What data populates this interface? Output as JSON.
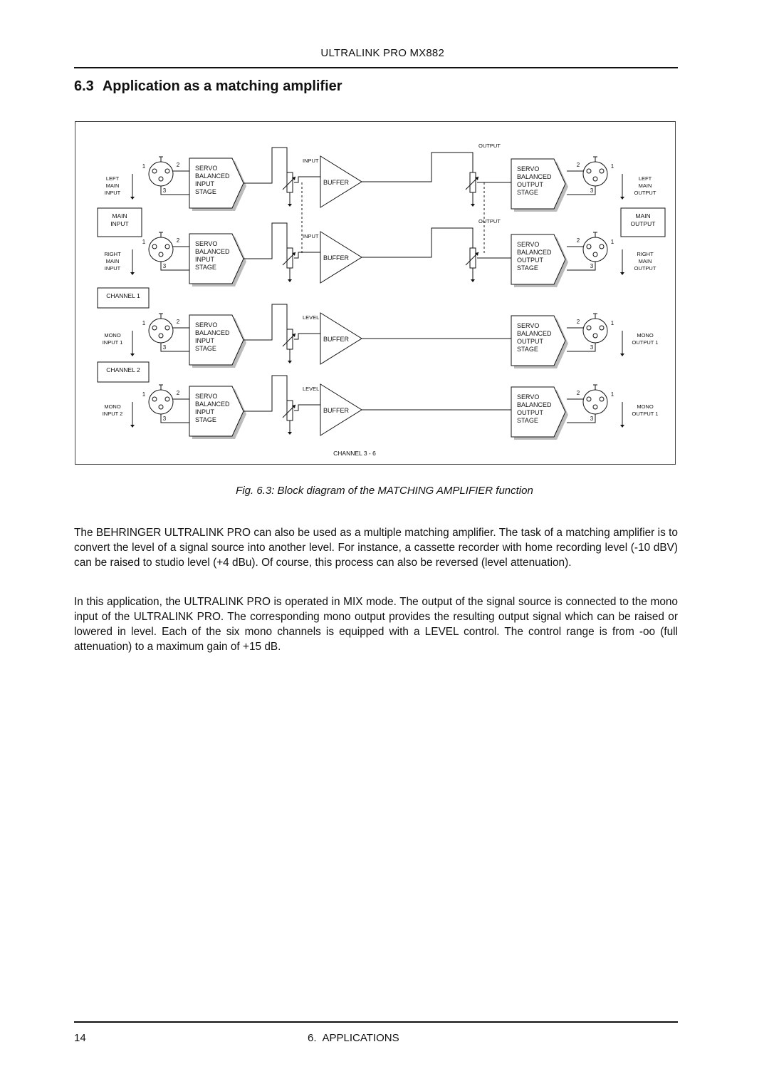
{
  "header": {
    "title": "ULTRALINK PRO MX882"
  },
  "section": {
    "number": "6.3",
    "title": "Application as a matching amplifier"
  },
  "diagram": {
    "rows": [
      {
        "in_label": [
          "LEFT",
          "MAIN",
          "INPUT"
        ],
        "in_stage": [
          "SERVO",
          "BALANCED",
          "INPUT",
          "STAGE"
        ],
        "pot_label": "INPUT",
        "buffer": "BUFFER",
        "out_pot_label": "OUTPUT",
        "out_stage": [
          "SERVO",
          "BALANCED",
          "OUTPUT",
          "STAGE"
        ],
        "out_label": [
          "LEFT",
          "MAIN",
          "OUTPUT"
        ]
      },
      {
        "in_label": [
          "RIGHT",
          "MAIN",
          "INPUT"
        ],
        "in_stage": [
          "SERVO",
          "BALANCED",
          "INPUT",
          "STAGE"
        ],
        "pot_label": "INPUT",
        "buffer": "BUFFER",
        "out_pot_label": "OUTPUT",
        "out_stage": [
          "SERVO",
          "BALANCED",
          "OUTPUT",
          "STAGE"
        ],
        "out_label": [
          "RIGHT",
          "MAIN",
          "OUTPUT"
        ]
      },
      {
        "in_label": [
          "MONO",
          "INPUT 1"
        ],
        "in_stage": [
          "SERVO",
          "BALANCED",
          "INPUT",
          "STAGE"
        ],
        "pot_label": "LEVEL",
        "buffer": "BUFFER",
        "out_stage": [
          "SERVO",
          "BALANCED",
          "OUTPUT",
          "STAGE"
        ],
        "out_label": [
          "MONO",
          "OUTPUT 1"
        ]
      },
      {
        "in_label": [
          "MONO",
          "INPUT 2"
        ],
        "in_stage": [
          "SERVO",
          "BALANCED",
          "INPUT",
          "STAGE"
        ],
        "pot_label": "LEVEL",
        "buffer": "BUFFER",
        "out_stage": [
          "SERVO",
          "BALANCED",
          "OUTPUT",
          "STAGE"
        ],
        "out_label": [
          "MONO",
          "OUTPUT 1"
        ]
      }
    ],
    "pins": {
      "p1": "1",
      "p2": "2",
      "p3": "3"
    },
    "main_input_box": [
      "MAIN",
      "INPUT"
    ],
    "main_output_box": [
      "MAIN",
      "OUTPUT"
    ],
    "channel1_box": "CHANNEL 1",
    "channel2_box": "CHANNEL 2",
    "channel_range_label": "CHANNEL 3 - 6"
  },
  "caption": "Fig. 6.3: Block diagram of the MATCHING AMPLIFIER function",
  "body": {
    "p1": "The BEHRINGER ULTRALINK PRO can also be used as a multiple matching amplifier. The task of a matching amplifier is to convert the level of a signal source into another level. For instance, a cassette recorder with home recording level (-10 dBV) can be raised to studio level (+4 dBu). Of course, this process can also be reversed (level attenuation).",
    "p2": "In this application, the ULTRALINK PRO is operated in MIX mode. The output of the signal source is connected to the mono input of the ULTRALINK PRO. The corresponding mono output provides the resulting output signal which can be raised or lowered in level. Each of the six mono channels is equipped with a LEVEL control. The control range is from -oo (full attenuation) to a maximum gain of +15 dB."
  },
  "footer": {
    "page_number": "14",
    "chapter_number": "6.",
    "chapter_title": "APPLICATIONS"
  }
}
